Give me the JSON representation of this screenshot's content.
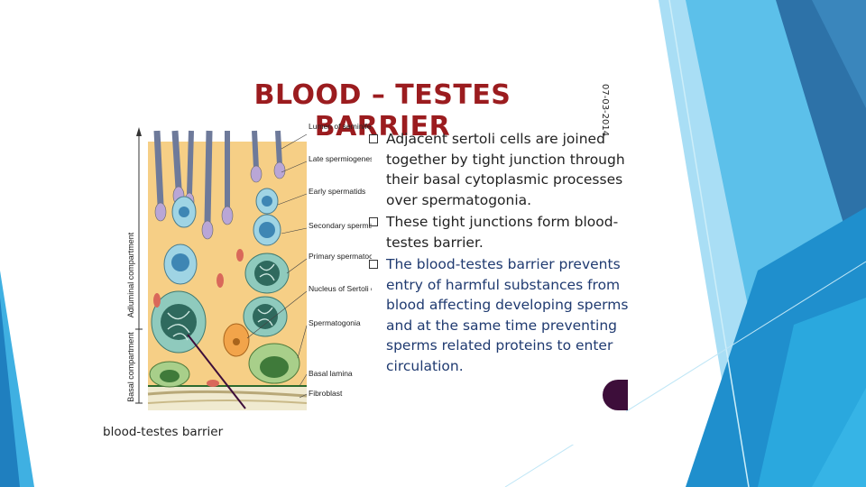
{
  "slide": {
    "title": "BLOOD – TESTES BARRIER",
    "side_date": "07-03-2014",
    "caption": "blood-testes barrier",
    "bullets": [
      {
        "text": "Adjacent sertoli cells are joined together by tight junction through their basal cytoplasmic processes over spermatogonia.",
        "highlight": false
      },
      {
        "text": "These tight junctions form blood-testes barrier.",
        "highlight": false
      },
      {
        "text": "The blood-testes barrier prevents entry of harmful substances from blood affecting developing sperms and at the same time preventing sperms related proteins to enter circulation.",
        "highlight": true
      }
    ]
  },
  "diagram": {
    "labels": {
      "lumen": "Lumen of seminiferous tubule",
      "late": "Late spermiogenesis",
      "early": "Early spermatids",
      "secondary": "Secondary spermatocytes",
      "primary": "Primary spermatocytes",
      "nucleus": "Nucleus of Sertoli cell",
      "spermatogonia": "Spermatogonia",
      "basal_lamina": "Basal lamina",
      "fibroblast": "Fibroblast",
      "adluminal": "Adluminal compartment",
      "basal": "Basal compartment"
    }
  },
  "colors": {
    "title": "#9b1c1f",
    "bullet_text": "#222222",
    "highlight_text": "#1f3a70",
    "sertoli_cytoplasm": "#f6cf86",
    "accent_dark": "#3d0e3a",
    "bg_blue_dark": "#1f6fa8",
    "bg_blue_mid": "#33a6dc",
    "bg_blue_light": "#8fd3f2"
  },
  "icons": [
    "checkbox-bullet-icon"
  ]
}
